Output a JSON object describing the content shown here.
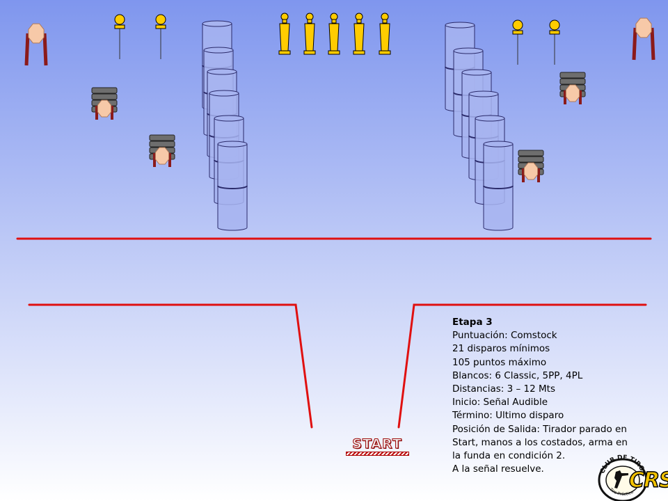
{
  "colors": {
    "bg_top": "#7f96ee",
    "bg_bottom": "#ffffff",
    "fault_line": "#e01010",
    "barrel_fill": "#a7b4f0",
    "barrel_stroke": "#2a2a6a",
    "popper": "#ffcc00",
    "target_face": "#f7c9a8",
    "target_stand": "#8b1a1a",
    "drum": "#6e6e6e"
  },
  "icons": {
    "classic_target": "octagon-target-icon",
    "pepper_popper": "popper-icon",
    "plate": "steel-plate-icon",
    "barrel": "barrel-icon",
    "drum_stack": "drum-stack-icon"
  },
  "stage_info": {
    "title": "Etapa 3",
    "lines": [
      "Puntuación: Comstock",
      "21 disparos mínimos",
      "105 puntos máximo",
      "Blancos: 6 Classic, 5PP, 4PL",
      "Distancias: 3 – 12 Mts",
      "Inicio: Señal Audible",
      "Término: Ultimo disparo",
      "Posición de Salida: Tirador parado en",
      "Start, manos a los costados, arma en",
      "la funda en condición 2.",
      "A la señal resuelve."
    ]
  },
  "start_label": "START",
  "logo": {
    "ring_text": "CLUB DE TIRO",
    "bottom_text": "Tiro Práctico",
    "initials": "CRS"
  }
}
